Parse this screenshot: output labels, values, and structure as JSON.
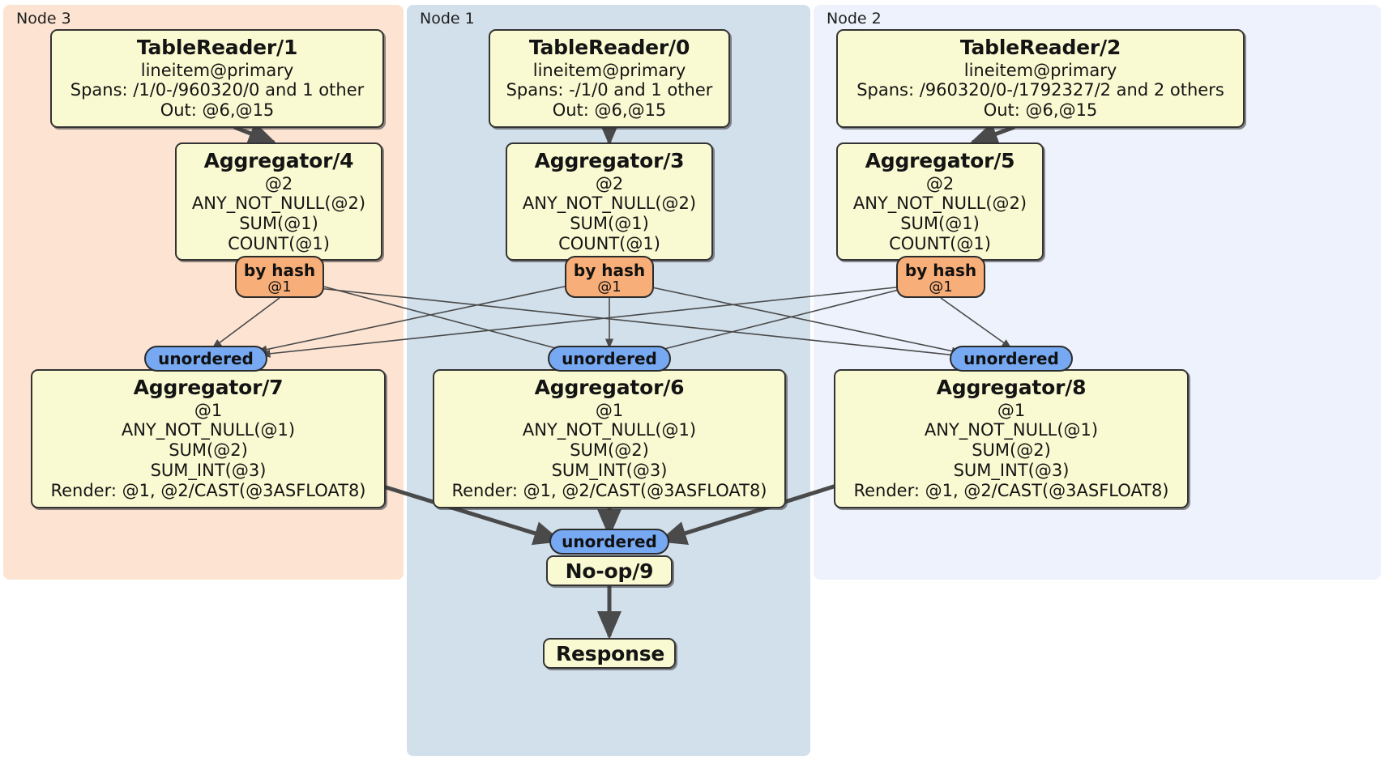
{
  "diagram": {
    "type": "distributed-query-plan",
    "colors": {
      "node3_panel": "#FCE3D2",
      "node1_panel": "#D2E0EB",
      "node2_panel": "#EDF2FC",
      "processor_fill": "#FAFAD2",
      "processor_stroke": "#333333",
      "hash_router_fill": "#F7AE78",
      "unordered_fill": "#76A9F2",
      "edge_stroke": "#4A4A4A"
    },
    "nodes": [
      {
        "id": "node3",
        "label": "Node 3"
      },
      {
        "id": "node1",
        "label": "Node 1"
      },
      {
        "id": "node2",
        "label": "Node 2"
      }
    ],
    "processors": {
      "tablereader1": {
        "title": "TableReader/1",
        "lines": [
          "lineitem@primary",
          "Spans: /1/0-/960320/0 and 1 other",
          "Out: @6,@15"
        ]
      },
      "tablereader0": {
        "title": "TableReader/0",
        "lines": [
          "lineitem@primary",
          "Spans: -/1/0 and 1 other",
          "Out: @6,@15"
        ]
      },
      "tablereader2": {
        "title": "TableReader/2",
        "lines": [
          "lineitem@primary",
          "Spans: /960320/0-/1792327/2 and 2 others",
          "Out: @6,@15"
        ]
      },
      "aggregator4": {
        "title": "Aggregator/4",
        "lines": [
          "@2",
          "ANY_NOT_NULL(@2)",
          "SUM(@1)",
          "COUNT(@1)"
        ]
      },
      "aggregator3": {
        "title": "Aggregator/3",
        "lines": [
          "@2",
          "ANY_NOT_NULL(@2)",
          "SUM(@1)",
          "COUNT(@1)"
        ]
      },
      "aggregator5": {
        "title": "Aggregator/5",
        "lines": [
          "@2",
          "ANY_NOT_NULL(@2)",
          "SUM(@1)",
          "COUNT(@1)"
        ]
      },
      "aggregator7": {
        "title": "Aggregator/7",
        "lines": [
          "@1",
          "ANY_NOT_NULL(@1)",
          "SUM(@2)",
          "SUM_INT(@3)",
          "Render: @1, @2/CAST(@3ASFLOAT8)"
        ]
      },
      "aggregator6": {
        "title": "Aggregator/6",
        "lines": [
          "@1",
          "ANY_NOT_NULL(@1)",
          "SUM(@2)",
          "SUM_INT(@3)",
          "Render: @1, @2/CAST(@3ASFLOAT8)"
        ]
      },
      "aggregator8": {
        "title": "Aggregator/8",
        "lines": [
          "@1",
          "ANY_NOT_NULL(@1)",
          "SUM(@2)",
          "SUM_INT(@3)",
          "Render: @1, @2/CAST(@3ASFLOAT8)"
        ]
      },
      "noop9": {
        "title": "No-op/9",
        "lines": []
      },
      "response": {
        "title": "Response",
        "lines": []
      }
    },
    "routers": {
      "byhash_left": {
        "label": "by hash",
        "sublabel": "@1"
      },
      "byhash_mid": {
        "label": "by hash",
        "sublabel": "@1"
      },
      "byhash_right": {
        "label": "by hash",
        "sublabel": "@1"
      }
    },
    "synchronizers": {
      "unordered_left": {
        "label": "unordered"
      },
      "unordered_mid": {
        "label": "unordered"
      },
      "unordered_right": {
        "label": "unordered"
      },
      "unordered_final": {
        "label": "unordered"
      }
    }
  }
}
